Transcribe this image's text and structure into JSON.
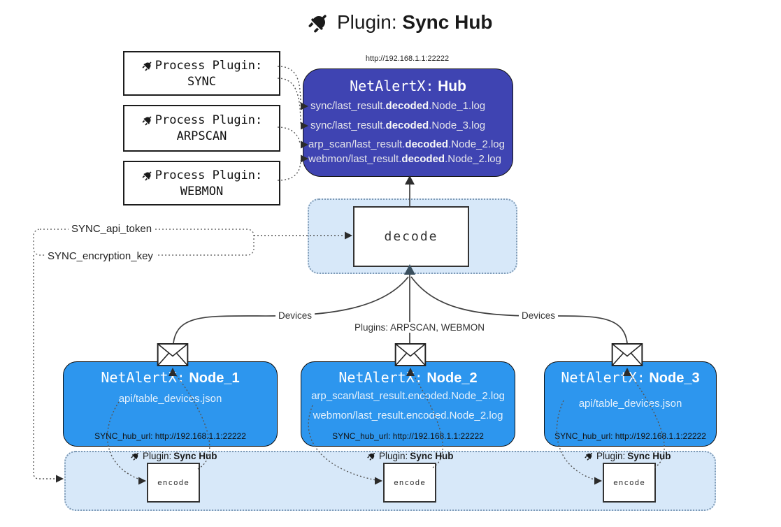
{
  "title": {
    "prefix": "Plugin:",
    "name": "Sync Hub"
  },
  "hub": {
    "url": "http://192.168.1.1:22222",
    "name_mono": "NetAlertX:",
    "name_bold": "Hub",
    "lines": [
      {
        "pre": "sync/last_result.",
        "bold": "decoded",
        "post": ".Node_1.log"
      },
      {
        "pre": "sync/last_result.",
        "bold": "decoded",
        "post": ".Node_3.log"
      },
      {
        "pre": "arp_scan/last_result.",
        "bold": "decoded",
        "post": ".Node_2.log"
      },
      {
        "pre": "webmon/last_result.",
        "bold": "decoded",
        "post": ".Node_2.log"
      }
    ]
  },
  "process_plugins": [
    {
      "label": "Process Plugin:",
      "name": "SYNC"
    },
    {
      "label": "Process Plugin:",
      "name": "ARPSCAN"
    },
    {
      "label": "Process Plugin:",
      "name": "WEBMON"
    }
  ],
  "config_labels": {
    "api_token": "SYNC_api_token",
    "encryption_key": "SYNC_encryption_key"
  },
  "decode_label": "decode",
  "edge_labels": {
    "devices_left": "Devices",
    "devices_right": "Devices",
    "plugins_mid": "Plugins: ARPSCAN, WEBMON"
  },
  "nodes": [
    {
      "name_mono": "NetAlertX:",
      "name_bold": "Node_1",
      "files": [
        "api/table_devices.json"
      ],
      "hub_url": "SYNC_hub_url: http://192.168.1.1:22222"
    },
    {
      "name_mono": "NetAlertX:",
      "name_bold": "Node_2",
      "files": [
        "arp_scan/last_result.encoded.Node_2.log",
        "webmon/last_result.encoded.Node_2.log"
      ],
      "hub_url": "SYNC_hub_url: http://192.168.1.1:22222"
    },
    {
      "name_mono": "NetAlertX:",
      "name_bold": "Node_3",
      "files": [
        "api/table_devices.json"
      ],
      "hub_url": "SYNC_hub_url: http://192.168.1.1:22222"
    }
  ],
  "encode_plugin": {
    "prefix": "Plugin:",
    "name": "Sync Hub",
    "box": "encode"
  },
  "colors": {
    "canvas": "#ffffff",
    "hub-bg": "#3f44b2",
    "node-bg": "#2d96ee",
    "panel-bg": "#d7e8f9",
    "panel-border": "#7d99b4",
    "text-light": "#e4e4ea",
    "edge": "#404040",
    "dotted": "#555555",
    "arrow-dark": "#2e2e2e",
    "arrow-slate": "#3a4f5e"
  }
}
